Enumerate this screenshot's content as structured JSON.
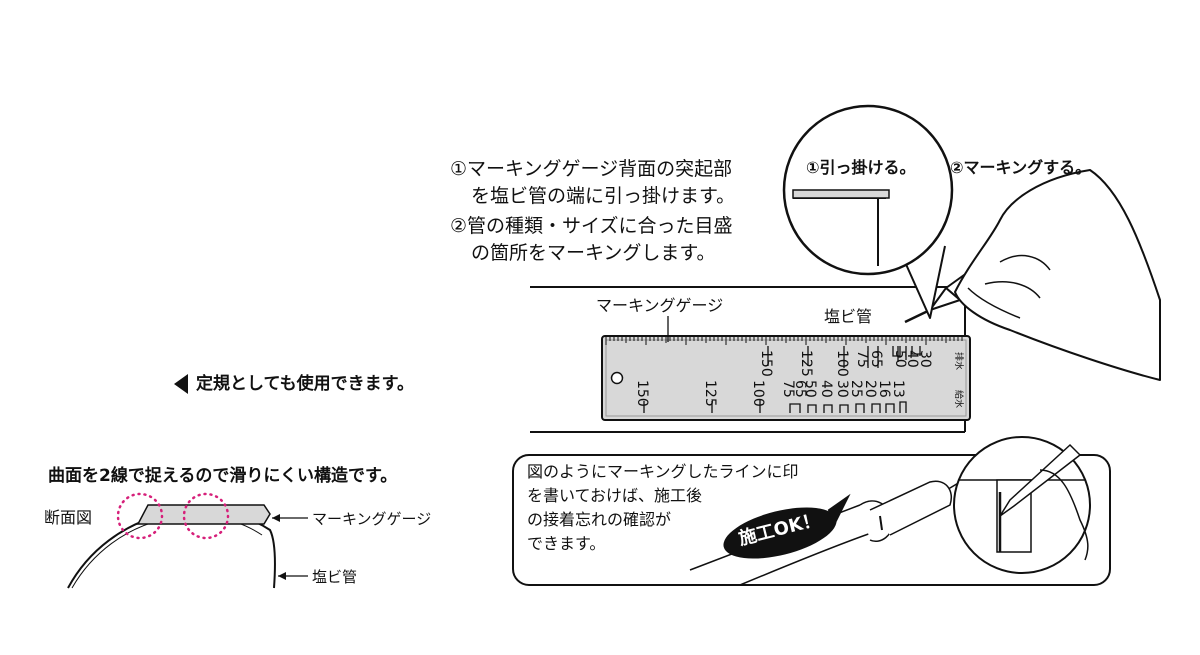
{
  "instructions": {
    "step1_line1": "①マーキングゲージ背面の突起部",
    "step1_line2": "を塩ビ管の端に引っ掛けます。",
    "step2_line1": "②管の種類・サイズに合った目盛",
    "step2_line2": "の箇所をマーキングします。"
  },
  "callout": {
    "label1": "①引っ掛ける。",
    "label2": "②マーキングする。"
  },
  "main": {
    "gauge_label": "マーキングゲージ",
    "pipe_label": "塩ビ管"
  },
  "ruler": {
    "top_scale": [
      "150",
      "125",
      "100",
      "75",
      "65",
      "50",
      "40",
      "30"
    ],
    "bottom_scale": [
      "150",
      "125",
      "100",
      "75",
      "65",
      "50",
      "40",
      "30",
      "25",
      "20",
      "16",
      "13"
    ],
    "top_tag": "排水",
    "bottom_tag": "給水"
  },
  "side_note": {
    "text": "定規としても使用できます。"
  },
  "cross_section": {
    "heading": "曲面を2線で捉えるので滑りにくい構造です。",
    "label": "断面図",
    "gauge_label": "マーキングゲージ",
    "pipe_label": "塩ビ管"
  },
  "tip_box": {
    "line1": "図のようにマーキングしたラインに印",
    "line2": "を書いておけば、施工後",
    "line3": "の接着忘れの確認が",
    "line4": "できます。",
    "badge": "施工OK！"
  },
  "colors": {
    "accent_dots": "#d6207a",
    "ruler_fill": "#d8d8d8",
    "ink": "#111111"
  }
}
